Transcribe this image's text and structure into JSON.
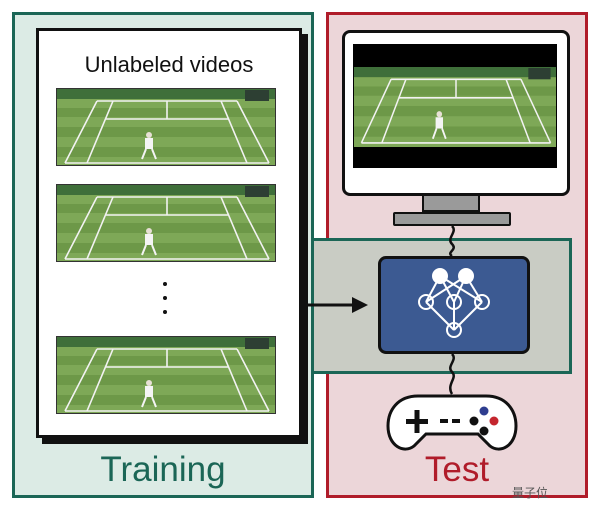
{
  "training": {
    "label": "Training",
    "video_heading": "Unlabeled videos",
    "ellipsis": "..."
  },
  "test": {
    "label": "Test"
  },
  "watermark": {
    "text": "量子位"
  },
  "icons": {
    "court": "tennis-court-frame",
    "monitor": "monitor-icon",
    "network": "neural-network-icon",
    "controller": "game-controller-icon",
    "arrow": "arrow-right-icon",
    "cable": "cable-icon"
  },
  "colors": {
    "training_border": "#1b6656",
    "training_fill": "#dcebe5",
    "test_border": "#b01c2a",
    "test_fill": "#ecd6d9",
    "shared_fill": "#c9ccc4",
    "network_fill": "#3c5a92",
    "court_grass": "#6f9a4a",
    "court_grass_light": "#7ea857"
  }
}
